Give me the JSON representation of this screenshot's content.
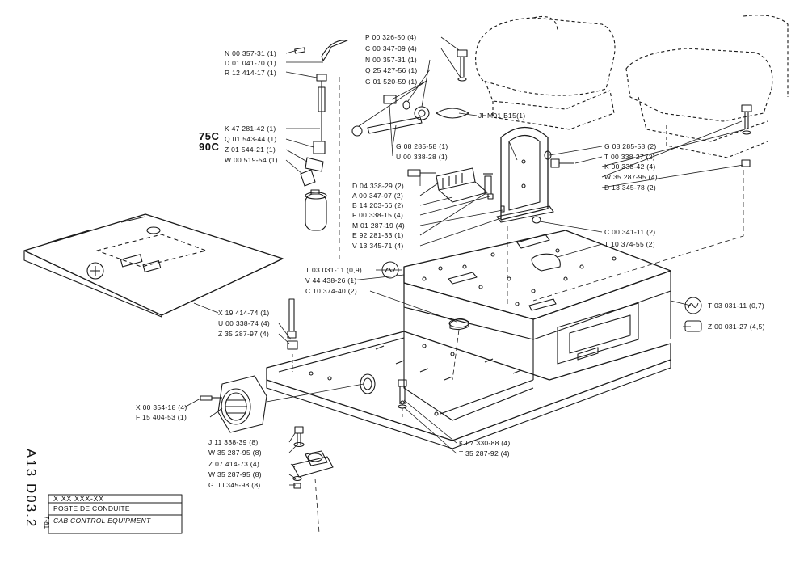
{
  "parts_left": [
    "N 00 357-31 (1)",
    "D 01 041-70 (1)",
    "R 12 414-17 (1)",
    "K 47 281-42 (1)",
    "Q 01 543-44 (1)",
    "Z 01 544-21 (1)",
    "W 00 519-54 (1)"
  ],
  "variant_labels": [
    "75C",
    "90C"
  ],
  "parts_top_center": [
    "P 00 326-50 (4)",
    "C 00 347-09 (4)",
    "N 00 357-31 (1)",
    "Q 25 427-56 (1)",
    "G 01 520-59 (1)"
  ],
  "seat_ref": "JHM01 B15(1)",
  "parts_center_mid": [
    "G 08 285-58 (1)",
    "U 00 338-28 (1)"
  ],
  "parts_center": [
    "D 04 338-29 (2)",
    "A 00 347-07 (2)",
    "B 14 203-66 (2)",
    "F 00 338-15 (4)",
    "M 01 287-19 (4)",
    "E 92 281-33 (1)",
    "V 13 345-71 (4)"
  ],
  "parts_right": [
    "G 08 285-58 (2)",
    "T 00 338-27 (2)",
    "K 00 338-42 (4)",
    "W 35 287-95 (4)",
    "D 13 345-78 (2)",
    "C 00 341-11 (2)",
    "T 10 374-55 (2)"
  ],
  "parts_floor": [
    "T 03 031-11 (0,9)",
    "V 44 438-26 (1)",
    "C 10 374-40 (2)"
  ],
  "parts_right_lower": [
    "T 03 031-11 (0,7)",
    "Z 00 031-27 (4,5)"
  ],
  "parts_lower_left": [
    "X 19 414-74 (1)",
    "U 00 338-74 (4)",
    "Z 35 287-97 (4)"
  ],
  "parts_fan": [
    "X 00 354-18 (4)",
    "F 15 404-53 (1)"
  ],
  "parts_mount": [
    "J 11 338-39 (8)",
    "W 35 287-95 (8)",
    "Z 07 414-73 (4)",
    "W 35 287-95 (8)",
    "G 00 345-98 (8)"
  ],
  "parts_bottom_right": [
    "K 07 330-88 (4)",
    "T 35 287-92 (4)"
  ],
  "title_block": {
    "doc_code": "A13 D03.2",
    "date": "7-81",
    "serial": "X XX XXX-XX",
    "title_fr": "POSTE DE CONDUITE",
    "title_en": "CAB CONTROL EQUIPMENT"
  }
}
